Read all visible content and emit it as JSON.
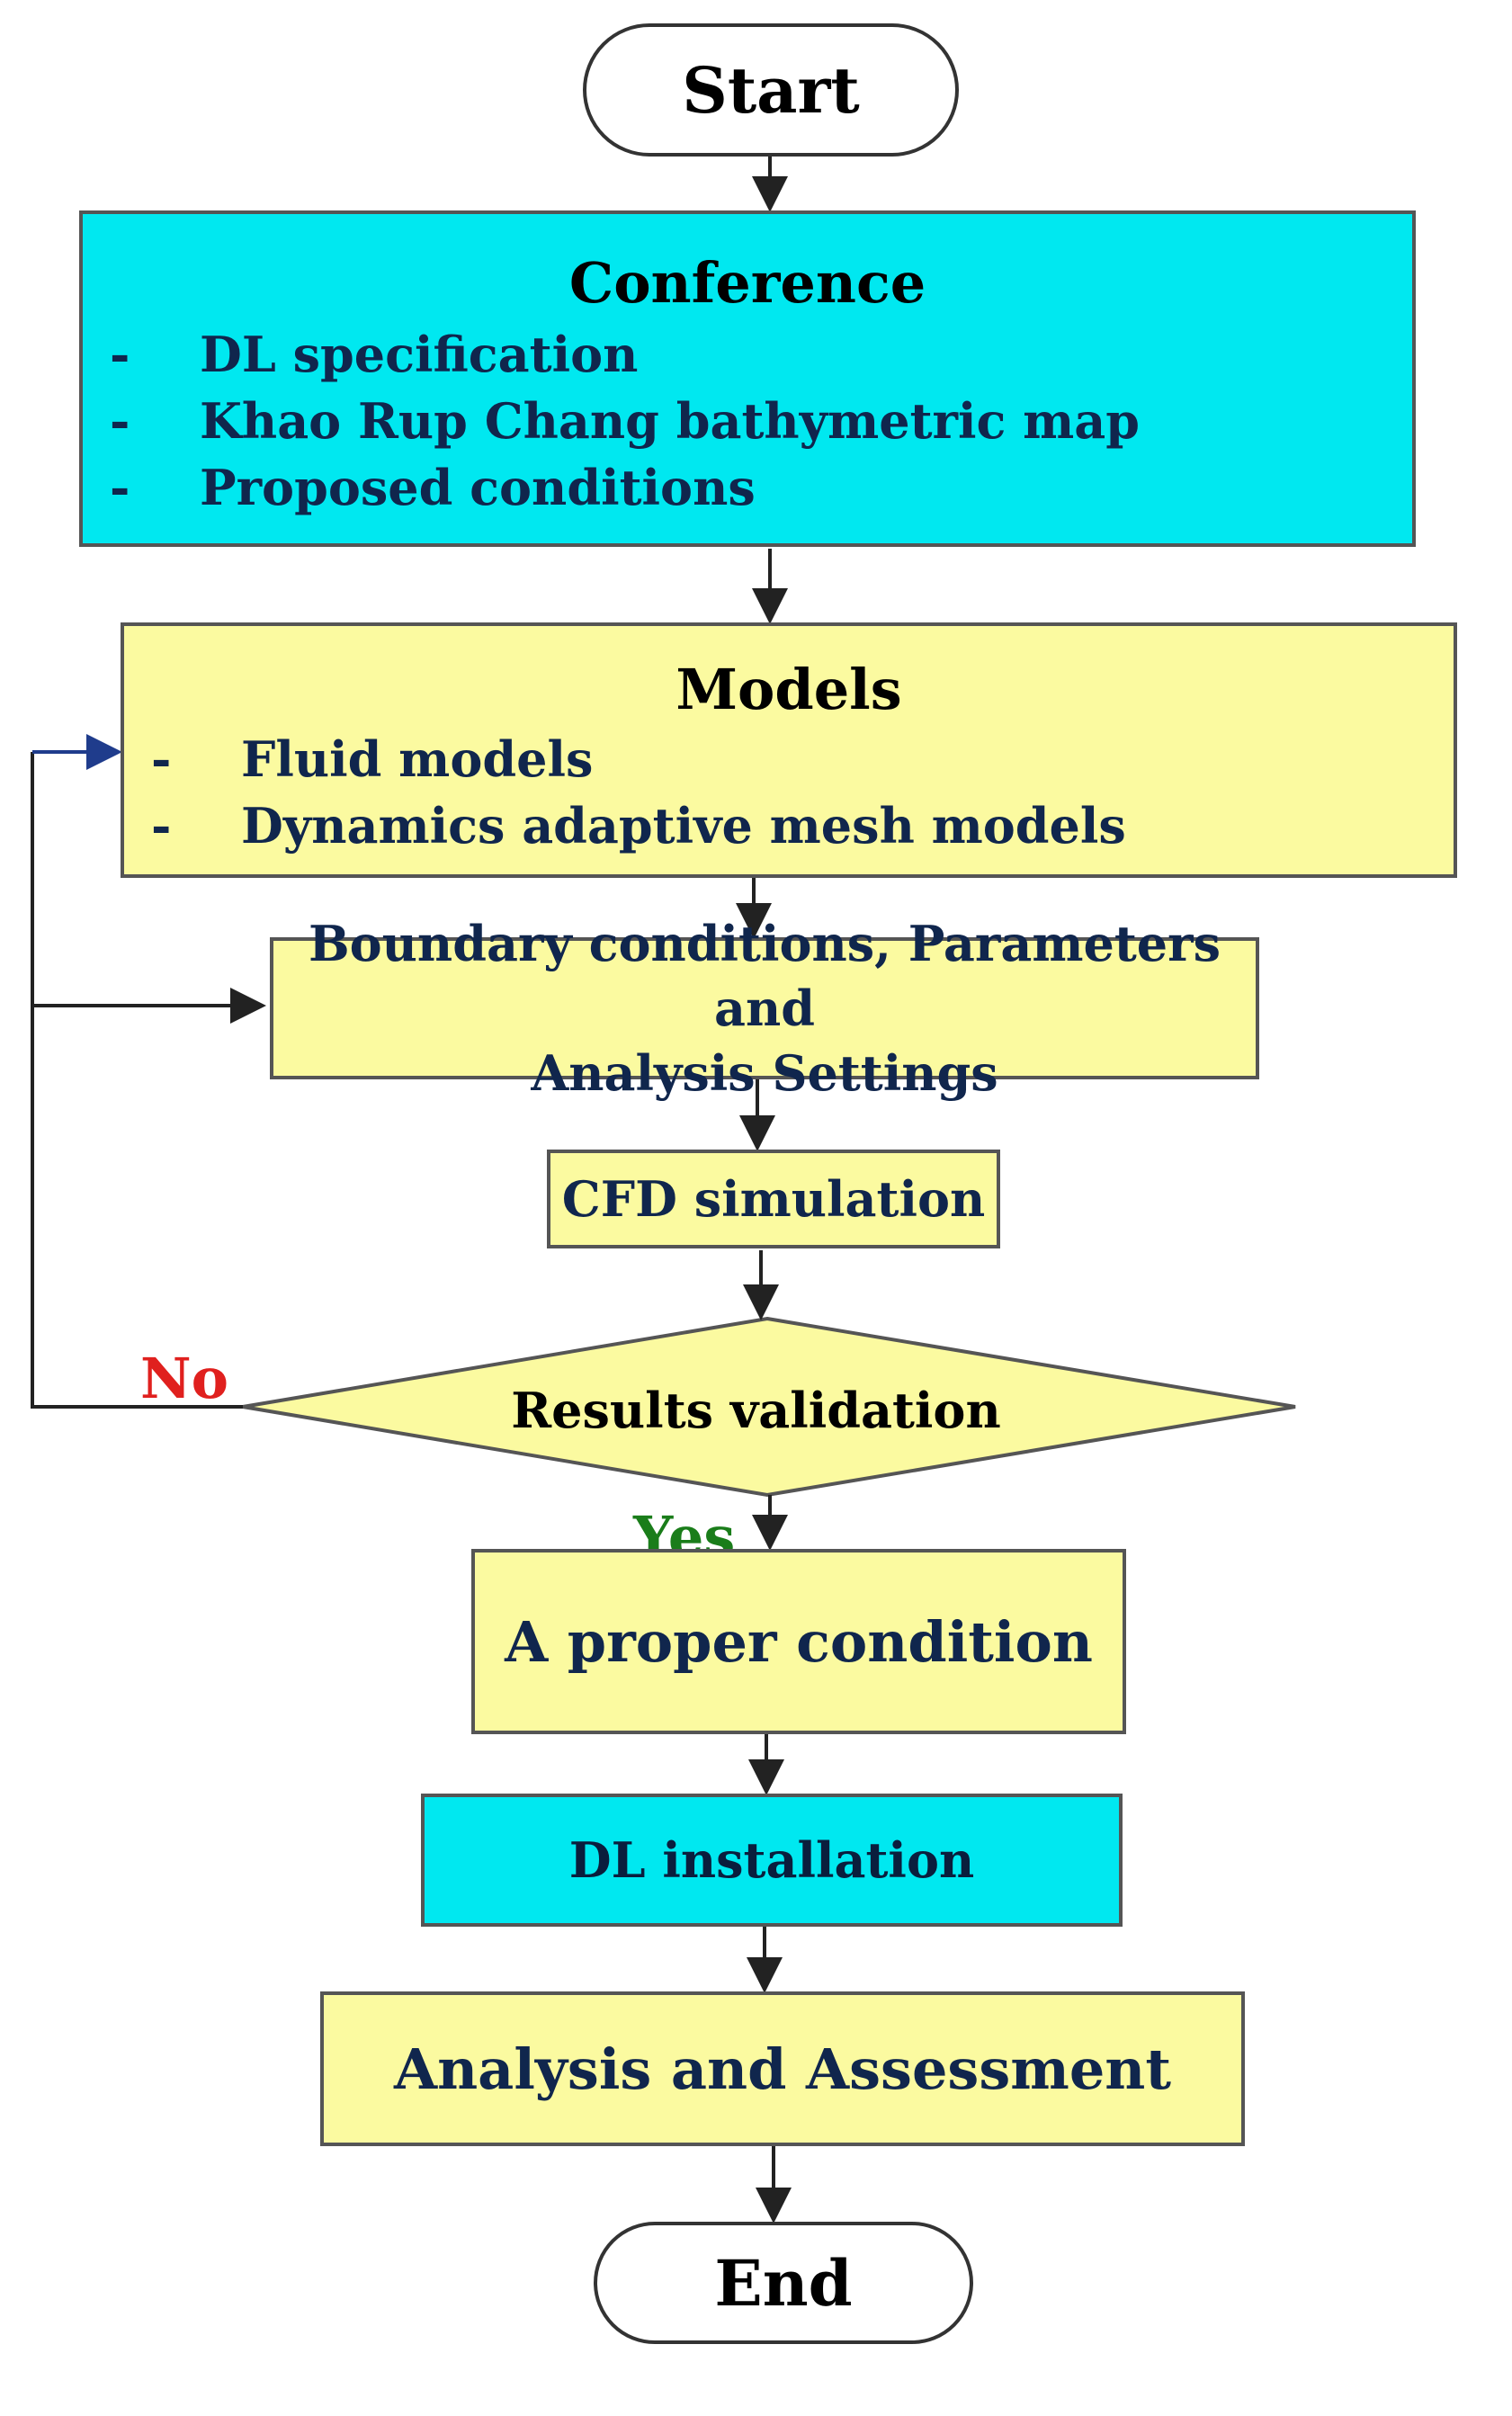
{
  "start": "Start",
  "end": "End",
  "conference": {
    "title": "Conference",
    "items": [
      "DL specification",
      "Khao Rup Chang bathymetric map",
      "Proposed conditions"
    ]
  },
  "models": {
    "title": "Models",
    "items": [
      "Fluid models",
      "Dynamics adaptive mesh models"
    ]
  },
  "boundary": {
    "line1": "Boundary conditions, Parameters and",
    "line2": "Analysis Settings"
  },
  "cfd": "CFD simulation",
  "decision": "Results validation",
  "no_label": "No",
  "yes_label": "Yes",
  "proper": "A proper condition",
  "installation": "DL installation",
  "analysis": "Analysis and Assessment",
  "bullet": "-",
  "colors": {
    "cyan": "#00e8f0",
    "yellow": "#fbfaa0",
    "no": "#e0201e",
    "yes": "#1a7d1a",
    "text": "#10264d",
    "feedback_arrow": "#1f3c8c"
  }
}
